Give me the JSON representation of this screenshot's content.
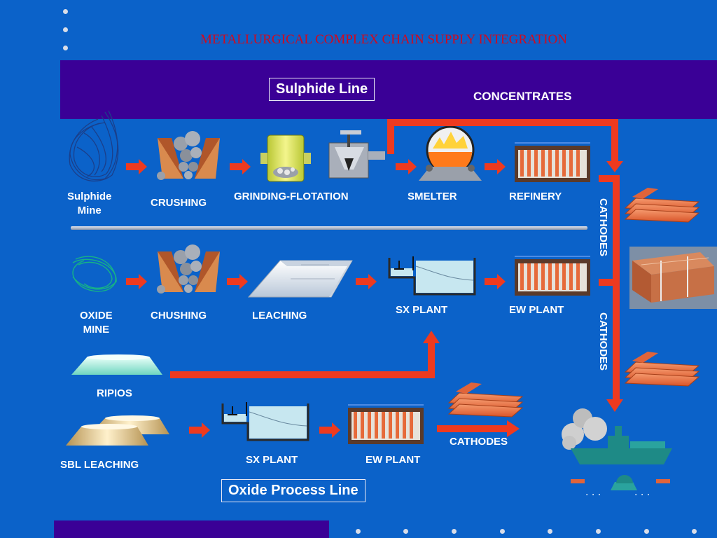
{
  "title": "METALLURGICAL COMPLEX CHAIN SUPPLY INTEGRATION",
  "sulphide_line": {
    "heading": "Sulphide Line",
    "concentrates": "CONCENTRATES",
    "steps": [
      "Sulphide\nMine",
      "CRUSHING",
      "GRINDING-FLOTATION",
      "SMELTER",
      "REFINERY"
    ]
  },
  "oxide_line": {
    "steps": [
      "OXIDE\nMINE",
      "CHUSHING",
      "LEACHING",
      "SX PLANT",
      "EW PLANT"
    ],
    "ripios": "RIPIOS"
  },
  "sbl_line": {
    "steps": [
      "SBL LEACHING",
      "SX PLANT",
      "EW PLANT"
    ],
    "cathodes": "CATHODES"
  },
  "cathodes_vertical_1": "CATHODES",
  "cathodes_vertical_2": "CATHODES",
  "oxide_process_heading": "Oxide Process Line",
  "colors": {
    "background": "#0b62c9",
    "band": "#3a0096",
    "title": "#d10a1f",
    "arrow": "#ee3a1f",
    "copper": "#e0643a"
  }
}
